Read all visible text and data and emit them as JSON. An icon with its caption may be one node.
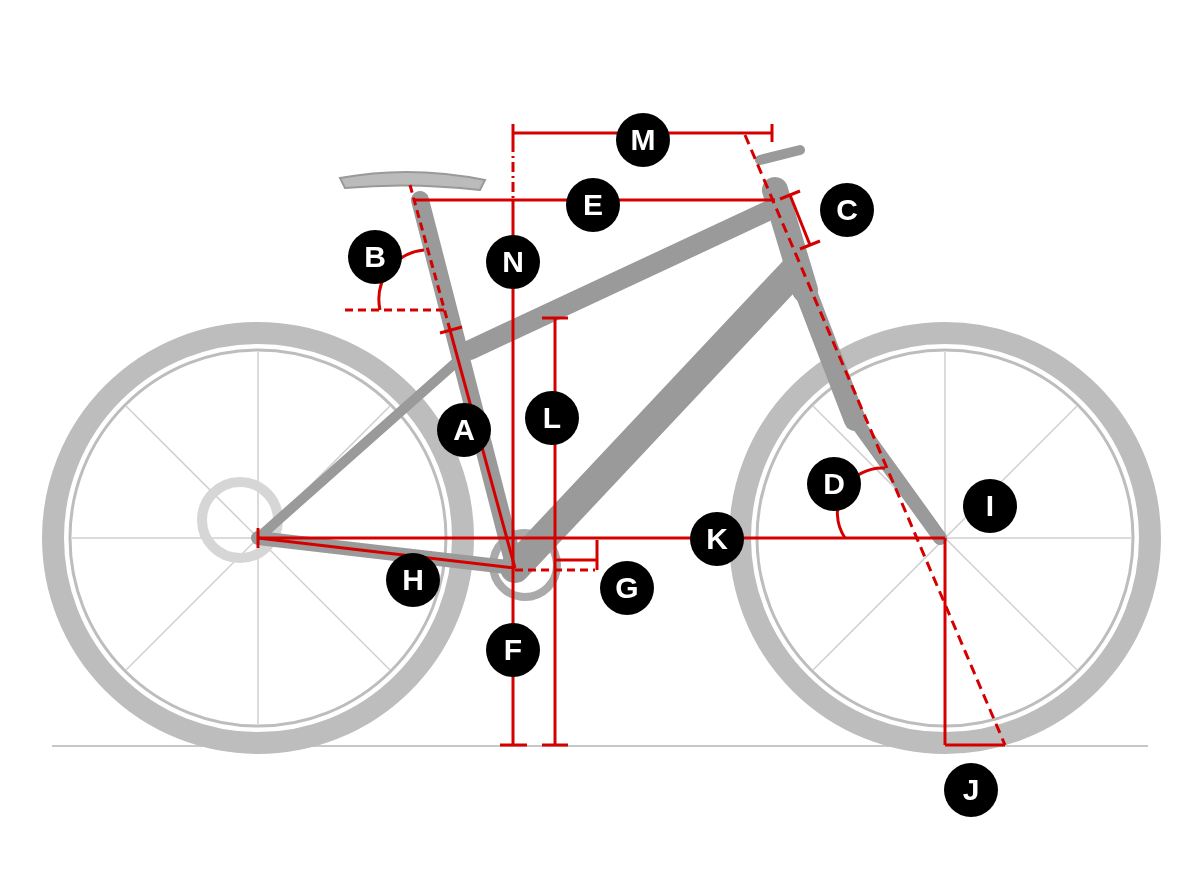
{
  "diagram": {
    "labels": [
      "M",
      "E",
      "C",
      "B",
      "N",
      "L",
      "A",
      "D",
      "I",
      "K",
      "H",
      "G",
      "F",
      "J"
    ]
  }
}
